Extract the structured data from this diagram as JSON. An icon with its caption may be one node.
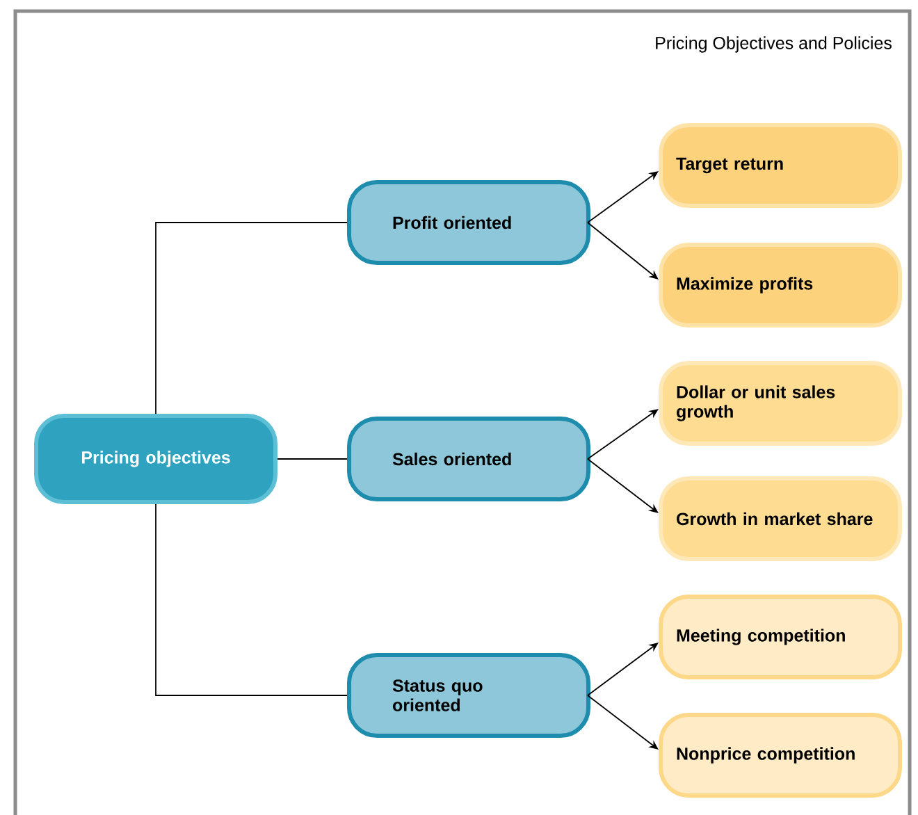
{
  "diagram": {
    "title": "Pricing Objectives and Policies",
    "nodes": [
      {
        "text": [
          "Pricing objectives"
        ]
      },
      {
        "text": [
          "Profit oriented"
        ]
      },
      {
        "text": [
          "Sales oriented"
        ]
      },
      {
        "text": [
          "Status quo oriented"
        ]
      },
      {
        "text": [
          "Target return"
        ]
      },
      {
        "text": [
          "Maximize profits"
        ]
      },
      {
        "text": [
          "Dollar or unit sales growth"
        ]
      },
      {
        "text": [
          "Growth in market share"
        ]
      },
      {
        "text": [
          "Meeting competition"
        ]
      },
      {
        "text": [
          "Nonprice competition"
        ]
      }
    ],
    "edges": [
      {
        "from": 0,
        "to": 1,
        "arrow": "none"
      },
      {
        "from": 0,
        "to": 2,
        "arrow": "none"
      },
      {
        "from": 0,
        "to": 3,
        "arrow": "none"
      },
      {
        "from": 1,
        "to": 4,
        "arrow": "to"
      },
      {
        "from": 1,
        "to": 5,
        "arrow": "to"
      },
      {
        "from": 2,
        "to": 6,
        "arrow": "to"
      },
      {
        "from": 2,
        "to": 7,
        "arrow": "to"
      },
      {
        "from": 3,
        "to": 8,
        "arrow": "to"
      },
      {
        "from": 3,
        "to": 9,
        "arrow": "to"
      }
    ]
  }
}
